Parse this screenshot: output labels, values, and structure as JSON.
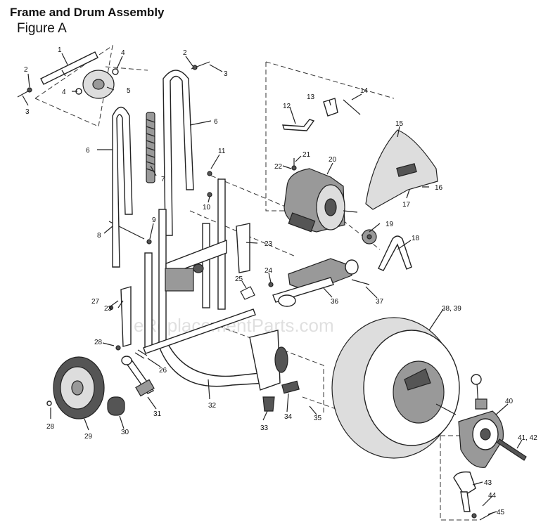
{
  "header": {
    "title": "Frame and Drum Assembly",
    "subtitle": "Figure A"
  },
  "watermark": "eReplacementParts.com",
  "callouts": {
    "c1": "1",
    "c2a": "2",
    "c2b": "2",
    "c3a": "3",
    "c3b": "3",
    "c4a": "4",
    "c4b": "4",
    "c5": "5",
    "c6a": "6",
    "c6b": "6",
    "c7": "7",
    "c8": "8",
    "c9": "9",
    "c10": "10",
    "c11": "11",
    "c12": "12",
    "c13": "13",
    "c14": "14",
    "c15": "15",
    "c16": "16",
    "c17": "17",
    "c18": "18",
    "c19": "19",
    "c20": "20",
    "c21": "21",
    "c22": "22",
    "c23a": "23",
    "c23b": "23",
    "c24": "24",
    "c25": "25",
    "c26": "26",
    "c27": "27",
    "c28a": "28",
    "c28b": "28",
    "c29": "29",
    "c30": "30",
    "c31": "31",
    "c32": "32",
    "c33": "33",
    "c34": "34",
    "c35": "35",
    "c36": "36",
    "c37": "37",
    "c3839": "38, 39",
    "c40": "40",
    "c4142": "41, 42",
    "c43": "43",
    "c44": "44",
    "c45": "45"
  }
}
